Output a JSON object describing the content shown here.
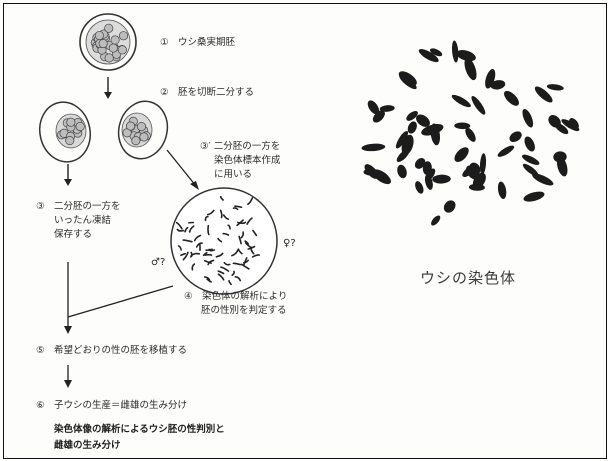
{
  "steps": {
    "s1": "①　ウシ桑実期胚",
    "s2": "②　胚を切断二分する",
    "s3prime_line1": "③′ 二分胚の一方を",
    "s3prime_line2": "染色体標本作成",
    "s3prime_line3": "に用いる",
    "s3_line1": "③　二分胚の一方を",
    "s3_line2": "いったん凍結",
    "s3_line3": "保存する",
    "s4_line1": "④　染色体の解析により",
    "s4_line2": "胚の性別を判定する",
    "s5": "⑤　希望どおりの性の胚を移植する",
    "s6": "⑥　子ウシの生産＝雌雄の生み分け"
  },
  "sex_marks": {
    "male": "♂?",
    "female": "♀?"
  },
  "photo_caption": "ウシの染色体",
  "figure_note_line1": "染色体像の解析によるウシ胚の性判別と",
  "figure_note_line2": "雌雄の生み分け",
  "colors": {
    "frame": "#111111",
    "chromosome": "#1c1c1c",
    "photo_bg": "#e8e8e6"
  }
}
